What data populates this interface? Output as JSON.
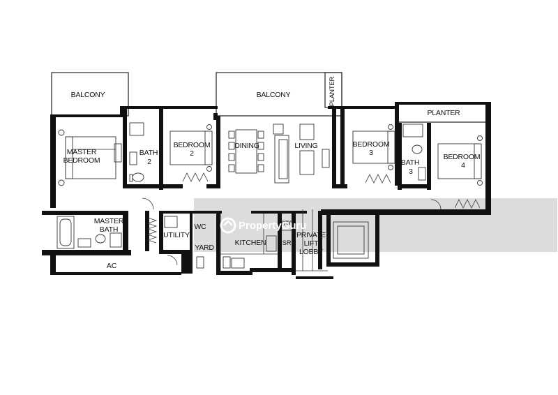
{
  "rooms": {
    "balcony_left": "BALCONY",
    "balcony_center": "BALCONY",
    "planter_top": "PLANTER",
    "planter_right": "PLANTER",
    "master_bedroom": [
      "MASTER",
      "BEDROOM"
    ],
    "bath_2": [
      "BATH",
      "2"
    ],
    "bedroom_2": [
      "BEDROOM",
      "2"
    ],
    "dining": "DINING",
    "living": "LIVING",
    "bedroom_3": [
      "BEDROOM",
      "3"
    ],
    "bath_3": [
      "BATH",
      "3"
    ],
    "bedroom_4": [
      "BEDROOM",
      "4"
    ],
    "master_bath": [
      "MASTER",
      "BATH"
    ],
    "utility": "UTILITY",
    "wc": "WC",
    "yard": "YARD",
    "kitchen": "KITCHEN",
    "sto": "STO",
    "sr": "SR",
    "private_lift_lobby": [
      "PRIVATE",
      "LIFT",
      "LOBBY"
    ],
    "ac": "AC"
  },
  "watermark": "PropertyGuru",
  "colors": {
    "wall": "#111111",
    "watermark_band": "#cfcfcf",
    "background": "#ffffff"
  }
}
